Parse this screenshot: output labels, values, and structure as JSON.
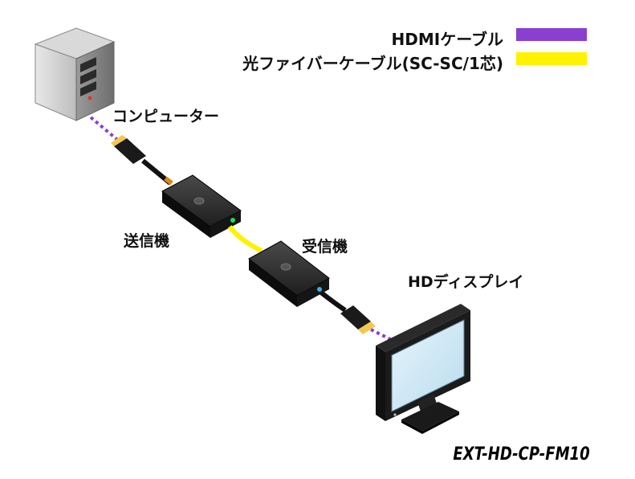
{
  "legend": {
    "items": [
      {
        "label": "HDMIケーブル",
        "color": "#8A3FD0"
      },
      {
        "label": "光ファイバーケーブル(SC-SC/1芯)",
        "color": "#FFF200"
      }
    ]
  },
  "labels": {
    "computer": "コンピューター",
    "transmitter": "送信機",
    "receiver": "受信機",
    "display": "HDディスプレイ"
  },
  "model": "EXT-HD-CP-FM10",
  "colors": {
    "hdmi": "#8A3FD0",
    "fiber": "#FFF200",
    "device_body": "#1a1a1a",
    "screen": "#cfe8f5"
  },
  "icons": [
    "computer-tower-icon",
    "transmitter-icon",
    "receiver-icon",
    "monitor-icon"
  ]
}
